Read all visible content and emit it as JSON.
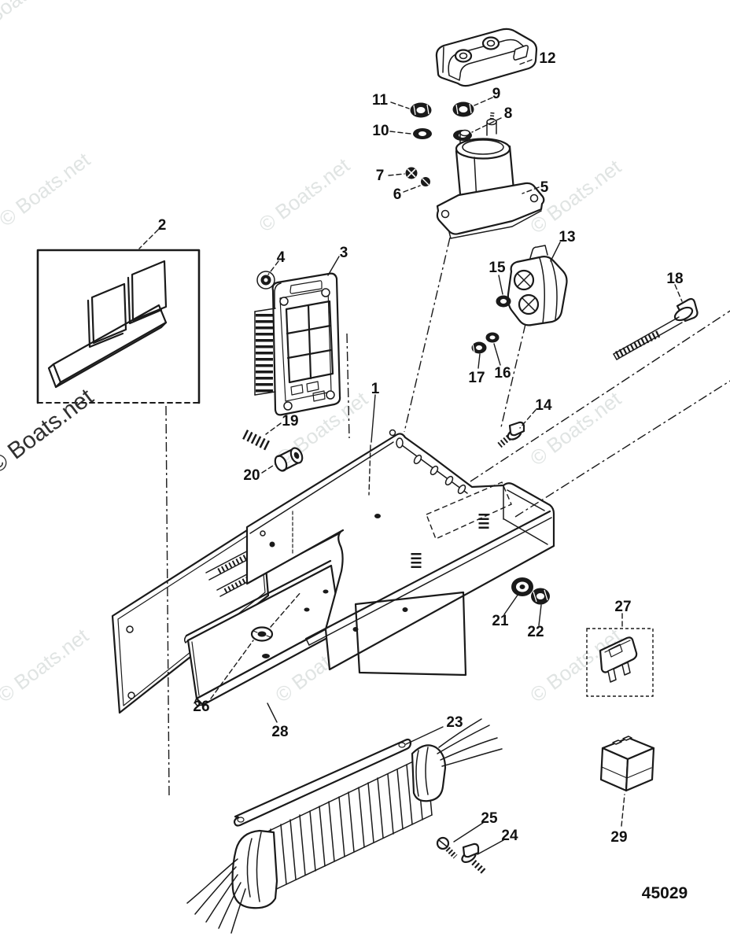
{
  "diagram": {
    "watermark": "© Boats.net",
    "drawing_number": "45029",
    "callouts": {
      "c1": "1",
      "c2": "2",
      "c3": "3",
      "c4": "4",
      "c5": "5",
      "c6": "6",
      "c7": "7",
      "c8": "8",
      "c9": "9",
      "c10": "10",
      "c11": "11",
      "c12": "12",
      "c13": "13",
      "c14": "14",
      "c15": "15",
      "c16": "16",
      "c17": "17",
      "c18": "18",
      "c19": "19",
      "c20": "20",
      "c21": "21",
      "c22": "22",
      "c23": "23",
      "c24": "24",
      "c25": "25",
      "c26": "26",
      "c27": "27",
      "c28": "28",
      "c29": "29"
    }
  },
  "colors": {
    "ink": "#1a1a1a",
    "wm-light": "#e0e4e3",
    "wm-dark": "#303030",
    "bg": "#ffffff"
  }
}
